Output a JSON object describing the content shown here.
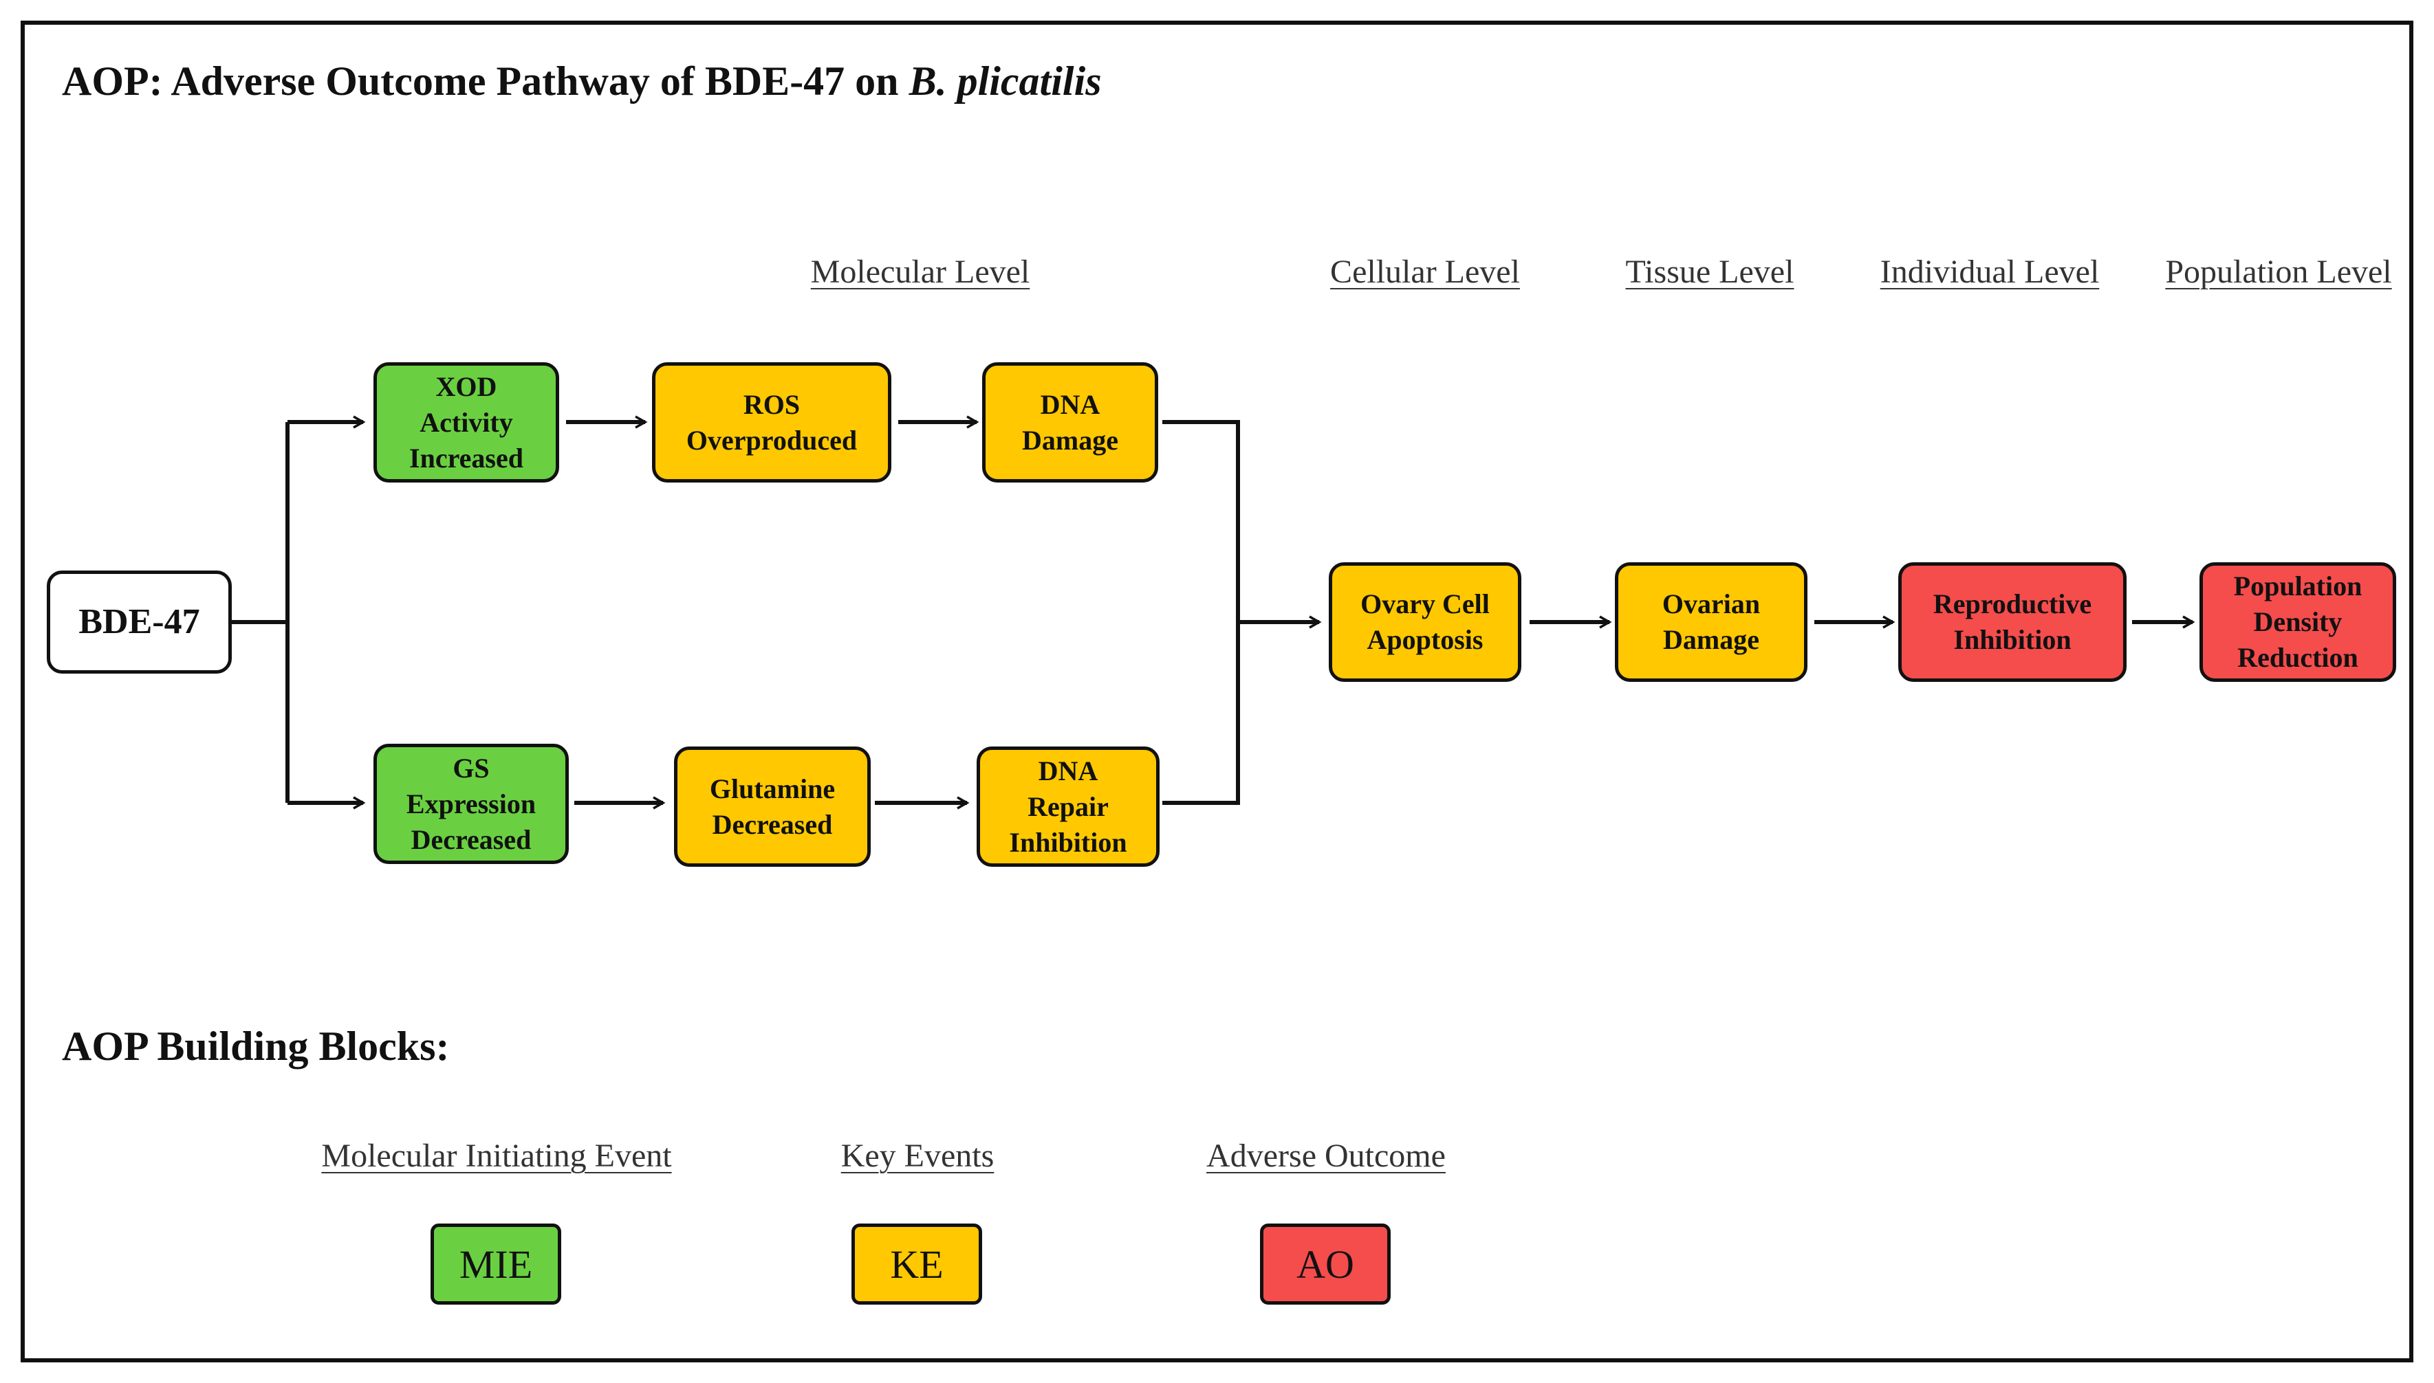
{
  "title": {
    "prefix": "AOP: Adverse Outcome Pathway of BDE-47 on ",
    "species": "B. plicatilis"
  },
  "levels": {
    "molecular": "Molecular  Level",
    "cellular": "Cellular  Level",
    "tissue": "Tissue  Level",
    "individual": "Individual  Level",
    "population": "Population  Level"
  },
  "nodes": {
    "bde47": "BDE-47",
    "xod": "XOD\nActivity\nIncreased",
    "ros": "ROS\nOverproduced",
    "dna_damage": "DNA\nDamage",
    "gs": "GS\nExpression\nDecreased",
    "glutamine": "Glutamine\nDecreased",
    "dna_repair": "DNA\nRepair\nInhibition",
    "ovary_apoptosis": "Ovary Cell\nApoptosis",
    "ovarian_damage": "Ovarian\nDamage",
    "repro_inhibition": "Reproductive\nInhibition",
    "pop_reduction": "Population\nDensity\nReduction"
  },
  "legend": {
    "title": "AOP Building Blocks:",
    "mie_label": "Molecular  Initiating  Event",
    "mie_box": "MIE",
    "ke_label": "Key  Events",
    "ke_box": "KE",
    "ao_label": "Adverse  Outcome",
    "ao_box": "AO"
  },
  "colors": {
    "mie": "#6ad041",
    "ke": "#ffc800",
    "ao": "#f54c4c",
    "border": "#111111"
  }
}
